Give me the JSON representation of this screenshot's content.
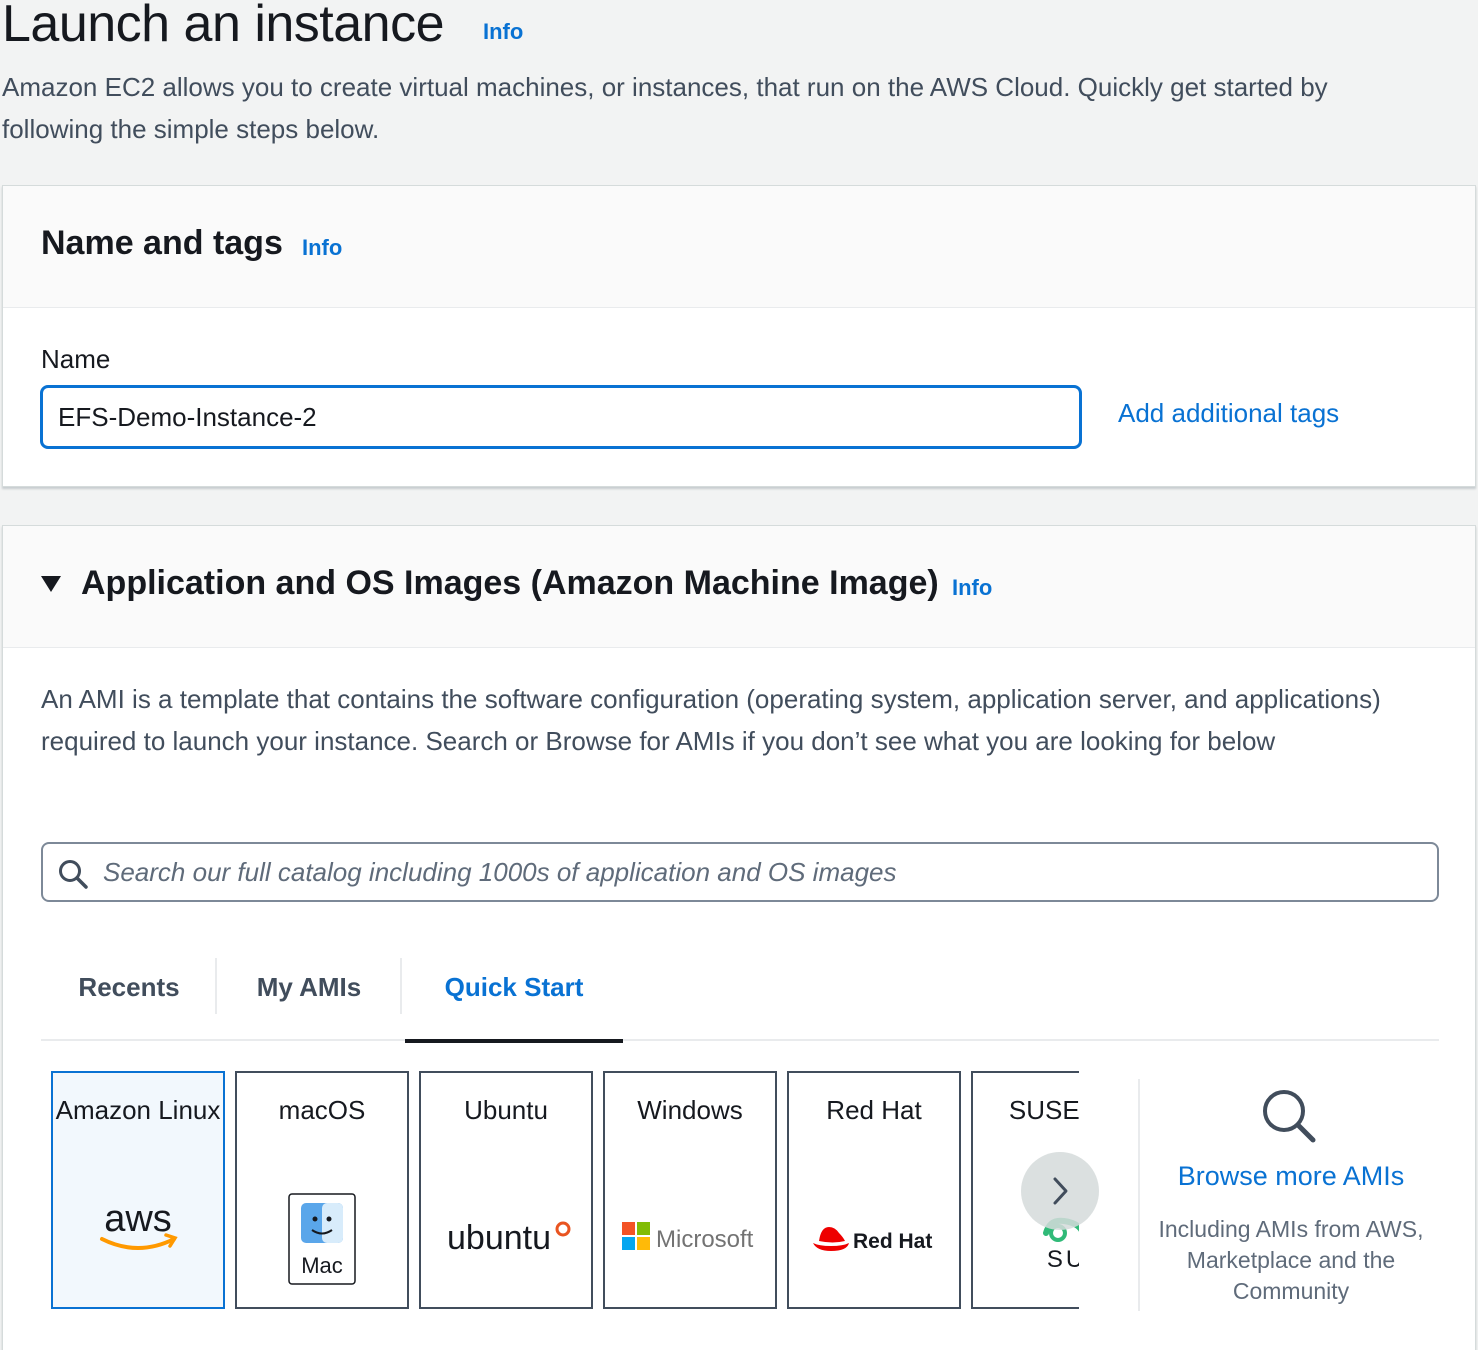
{
  "page": {
    "title": "Launch an instance",
    "info": "Info",
    "description": "Amazon EC2 allows you to create virtual machines, or instances, that run on the AWS Cloud. Quickly get started by following the simple steps below."
  },
  "name_and_tags": {
    "title": "Name and tags",
    "info": "Info",
    "name_label": "Name",
    "name_value": "EFS-Demo-Instance-2",
    "add_tags": "Add additional tags"
  },
  "ami": {
    "title": "Application and OS Images (Amazon Machine Image)",
    "info": "Info",
    "description": "An AMI is a template that contains the software configuration (operating system, application server, and applications) required to launch your instance. Search or Browse for AMIs if you don’t see what you are looking for below",
    "search_placeholder": "Search our full catalog including 1000s of application and OS images",
    "tabs": [
      {
        "label": "Recents"
      },
      {
        "label": "My AMIs"
      },
      {
        "label": "Quick Start"
      }
    ],
    "active_tab": "Quick Start",
    "cards": [
      {
        "label": "Amazon Linux",
        "logo": "aws",
        "selected": true
      },
      {
        "label": "macOS",
        "logo": "Mac"
      },
      {
        "label": "Ubuntu",
        "logo": "ubuntu"
      },
      {
        "label": "Windows",
        "logo": "Microsoft"
      },
      {
        "label": "Red Hat",
        "logo": "Red Hat"
      },
      {
        "label": "SUSE Li",
        "logo": "SUS"
      }
    ],
    "browse": {
      "link": "Browse more AMIs",
      "subtitle": "Including AMIs from AWS, Marketplace and the Community"
    }
  },
  "colors": {
    "accent": "#0972d3",
    "page_bg": "#f2f3f3",
    "text": "#16191f"
  }
}
